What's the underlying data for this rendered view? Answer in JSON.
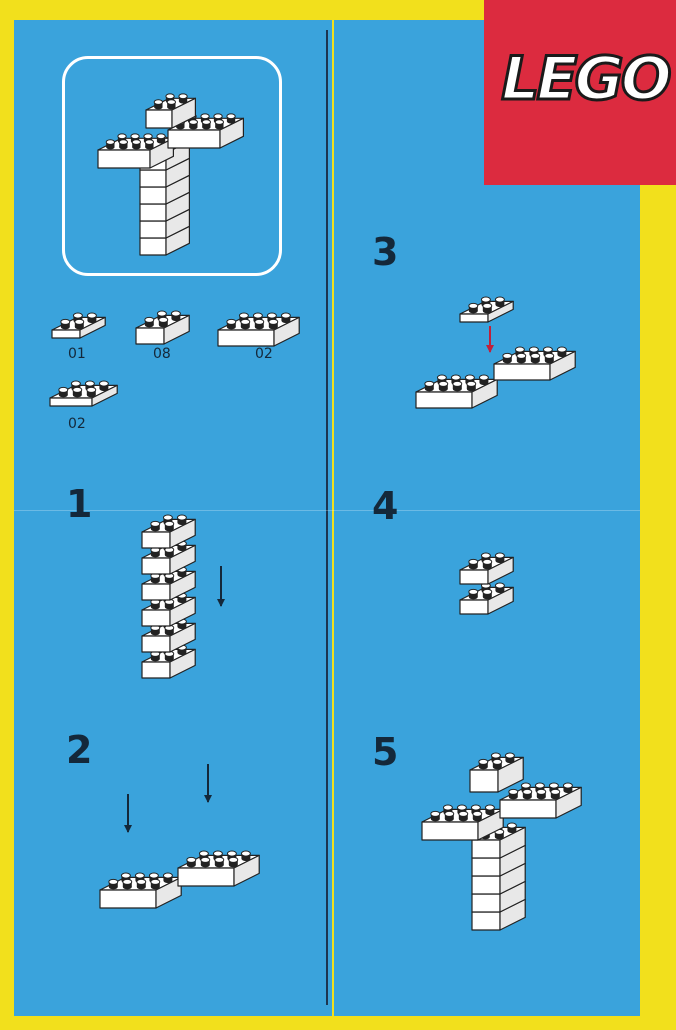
{
  "logo": {
    "text": "LEGO"
  },
  "parts": [
    {
      "count": "01",
      "type": "2x2 plate"
    },
    {
      "count": "08",
      "type": "2x2 brick"
    },
    {
      "count": "02",
      "type": "2x4 brick"
    },
    {
      "count": "02",
      "type": "2x3 plate"
    }
  ],
  "steps": [
    "1",
    "2",
    "3",
    "4",
    "5"
  ],
  "colors": {
    "background": "#f2e01c",
    "panel": "#3aa3dc",
    "logo_red": "#dc2b3f",
    "ink": "#14283a"
  }
}
